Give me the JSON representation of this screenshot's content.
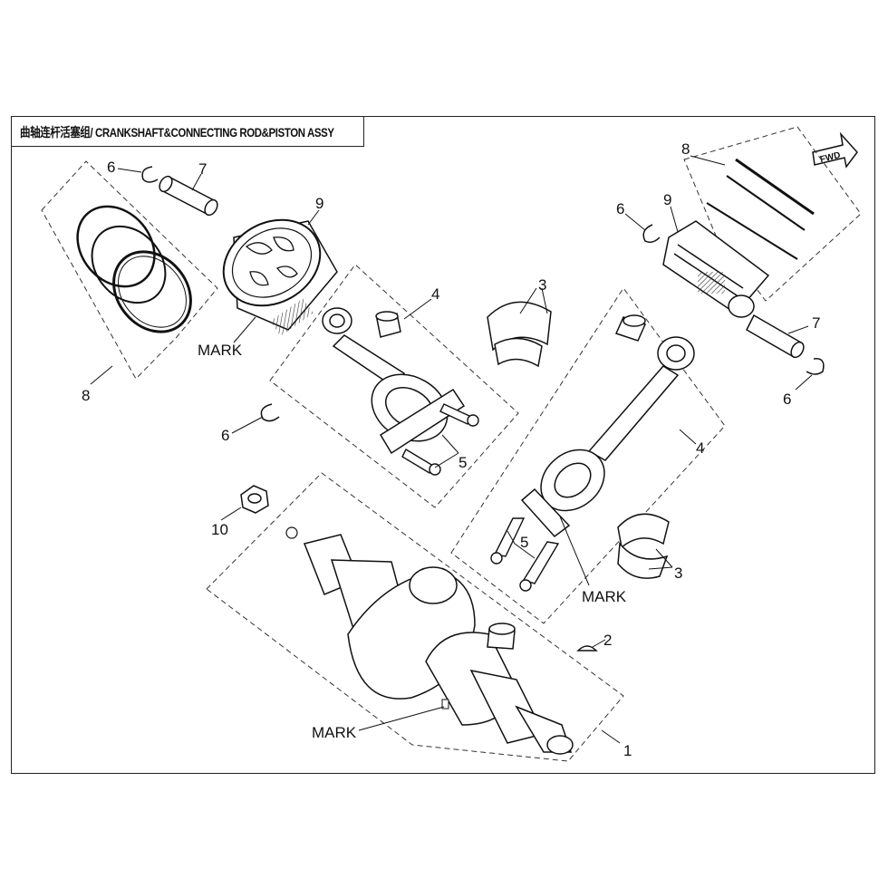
{
  "title": "曲轴连杆活塞组/ CRANKSHAFT&CONNECTING ROD&PISTON ASSY",
  "fwd_label": "FWD",
  "mark_label": "MARK",
  "callouts": {
    "c1": "1",
    "c2": "2",
    "c3a": "3",
    "c3b": "3",
    "c4a": "4",
    "c4b": "4",
    "c5a": "5",
    "c5b": "5",
    "c6a": "6",
    "c6b": "6",
    "c6c": "6",
    "c6d": "6",
    "c7a": "7",
    "c7b": "7",
    "c8a": "8",
    "c8b": "8",
    "c9a": "9",
    "c9b": "9",
    "c10": "10"
  }
}
